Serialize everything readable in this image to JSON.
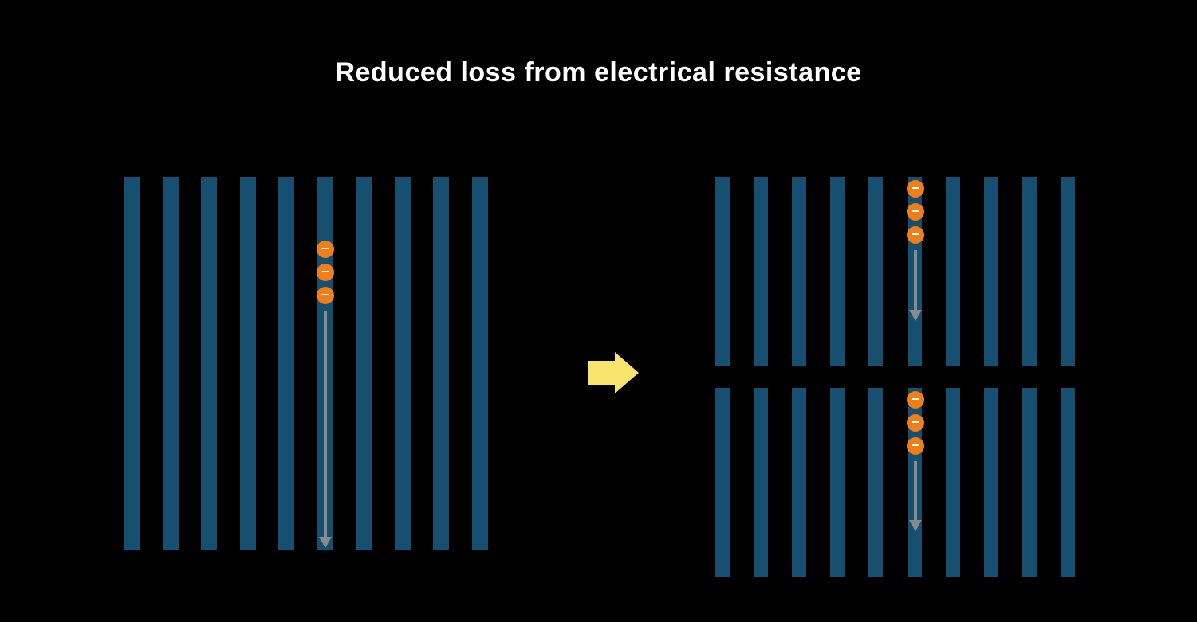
{
  "title": "Reduced loss from electrical resistance",
  "glyphs": {
    "minus": "−"
  },
  "colors": {
    "background": "#000000",
    "title": "#ffffff",
    "bar": "#174f70",
    "electron": "#f07f1a",
    "electron_symbol": "#ffffff",
    "flow_arrow": "#8a8a8a",
    "transition_arrow": "#f7e56d"
  },
  "left_panel": {
    "bar_count": 10,
    "electron_count": 3
  },
  "right_top_panel": {
    "bar_count": 10,
    "electron_count": 3
  },
  "right_bottom_panel": {
    "bar_count": 10,
    "electron_count": 3
  }
}
